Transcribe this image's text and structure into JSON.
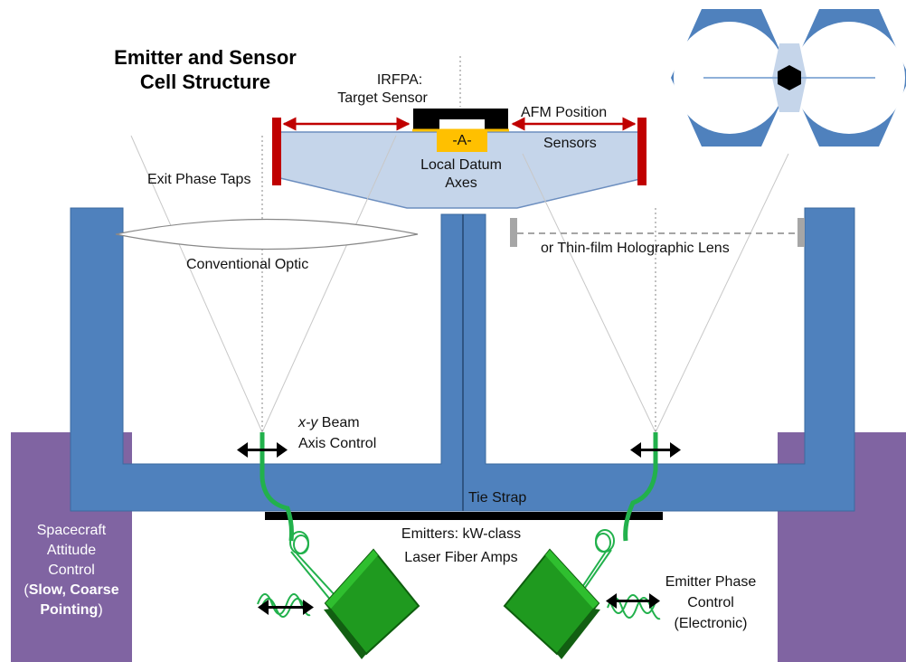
{
  "title": [
    "Emitter and Sensor",
    "Cell Structure"
  ],
  "labels": {
    "irfpa_line1": "IRFPA:",
    "irfpa_line2": "Target Sensor",
    "afm_line1": "AFM Position",
    "afm_line2": "Sensors",
    "datum_marker": "-A-",
    "datum_line1": "Local Datum",
    "datum_line2": "Axes",
    "exit_phase_taps": "Exit Phase Taps",
    "conventional_optic": "Conventional Optic",
    "holographic_lens": "or Thin-film Holographic Lens",
    "beam_control_var": "x-y",
    "beam_control_rest": " Beam",
    "beam_control_line2": "Axis Control",
    "tie_strap": "Tie Strap",
    "emitters_line1": "Emitters: kW-class",
    "emitters_line2": "Laser Fiber Amps",
    "emitter_phase_line1": "Emitter Phase",
    "emitter_phase_line2": "Control",
    "emitter_phase_line3": "(Electronic)",
    "sc_line1": "Spacecraft",
    "sc_line2": "Attitude",
    "sc_line3": "Control",
    "sc_line4_paren_open": "(",
    "sc_line4_bold": "Slow, Coarse",
    "sc_line5_bold": "Pointing",
    "sc_line5_paren_close": ")"
  },
  "colors": {
    "structure_blue": "#4f81bd",
    "attitude_purple": "#8064a2",
    "datum_light_blue": "#c5d5ea",
    "tap_red": "#c00000",
    "arrow_red": "#c00000",
    "datum_yellow": "#ffc000",
    "fiber_green": "#22b14c",
    "emitter_green": "#1f9a1f"
  },
  "icons": {
    "hex_inset": "hexagonal-cell-pair-icon",
    "beam_arrows": "double-arrow-icon",
    "emitter_module": "laser-fiber-amp-icon"
  }
}
